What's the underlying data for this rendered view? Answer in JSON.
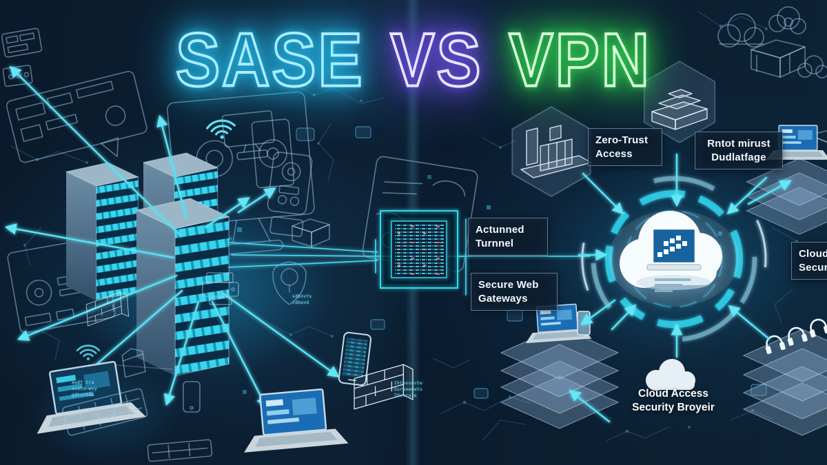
{
  "title": {
    "sase": "SASE",
    "vs": "VS",
    "vpn": "VPN"
  },
  "right_labels": {
    "zero_trust": {
      "line1": "Zero-Trust",
      "line2": "Access"
    },
    "garbled_tech": {
      "line1": "Rntot mirust",
      "line2": "Dudlatfage"
    },
    "tunnel": {
      "line1": "Actunned",
      "line2": "Turnnel"
    },
    "secure_web_gateways": {
      "line1": "Secure Web",
      "line2": "Gateways"
    },
    "casb": {
      "line1": "Cloud Access",
      "line2": "Security Broyeir"
    },
    "cloud_security": {
      "line1": "Cloud A",
      "line2": "Security"
    }
  },
  "annotations": {
    "firewall_note": {
      "line1": "Ihtwsvwvtw",
      "line2": "Gureewwwts",
      "line3": "Tdvvruie"
    },
    "laptop_note": {
      "line1": "awdf tra",
      "line2": "svatd wvy",
      "line3": "gdtvrtde"
    },
    "device_note": {
      "line1": "sdbnvts",
      "line2": "cdbwvd"
    }
  },
  "colors": {
    "sase_neon": "#6fe0ff",
    "vs_neon": "#8d6bff",
    "vpn_neon": "#7df58d",
    "arrow": "#58e0f2",
    "ring": "#2fc9e2",
    "background": "#0b1d30"
  },
  "icons": {
    "server-rack-icon": "isometric-glowing-tower",
    "cloud-icon": "white-cloud-with-laptop",
    "laptop-icon": "isometric-laptop",
    "smartphone-icon": "rounded-rect-phone",
    "firewall-icon": "brick-wall",
    "wifi-icon": "signal-arcs",
    "building-icon": "wireframe-3d-building",
    "headphones-icon": "u-shapes-on-plates",
    "shield-icon": "shield-outline",
    "keyboard-icon": "key-grid",
    "monitor-icon": "screen-outline",
    "speech-bubble-icon": "rounded-rect-with-tail",
    "folder-icon": "folder-outline",
    "printer-icon": "stacked-boxes",
    "code-tunnel-icon": "matrix-text-box"
  }
}
